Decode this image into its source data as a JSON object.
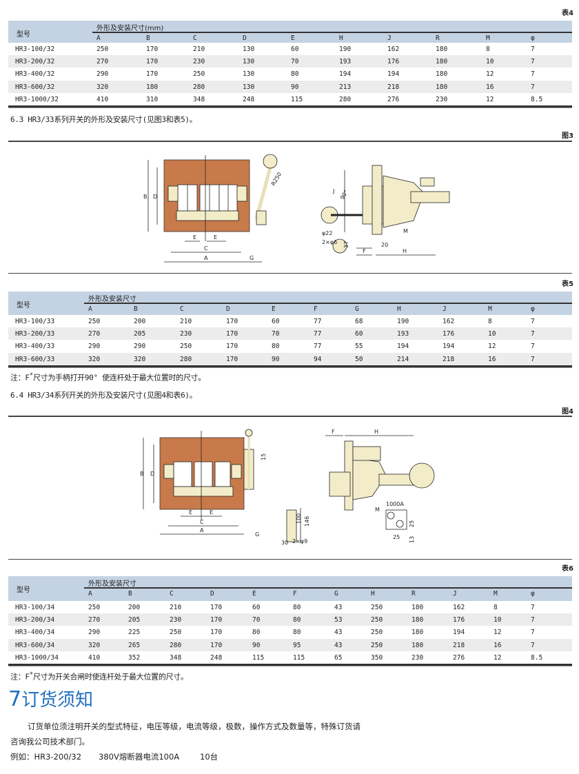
{
  "colors": {
    "header_bg": "#c4d3e3",
    "row_alt": "#ececec",
    "accent": "#1f6fc0",
    "panel": "#c87a4a",
    "part": "#f3ecc9"
  },
  "table4": {
    "tag": "表4",
    "model_label": "型号",
    "group_label": "外形及安装尺寸(mm)",
    "columns": [
      "A",
      "B",
      "C",
      "D",
      "E",
      "H",
      "J",
      "R",
      "M",
      "φ"
    ],
    "rows": [
      [
        "HR3-100/32",
        "250",
        "170",
        "210",
        "130",
        "60",
        "190",
        "162",
        "180",
        "8",
        "7"
      ],
      [
        "HR3-200/32",
        "270",
        "170",
        "230",
        "130",
        "70",
        "193",
        "176",
        "180",
        "10",
        "7"
      ],
      [
        "HR3-400/32",
        "290",
        "170",
        "250",
        "130",
        "80",
        "194",
        "194",
        "180",
        "12",
        "7"
      ],
      [
        "HR3-600/32",
        "320",
        "180",
        "280",
        "130",
        "90",
        "213",
        "218",
        "180",
        "16",
        "7"
      ],
      [
        "HR3-1000/32",
        "410",
        "310",
        "348",
        "248",
        "115",
        "280",
        "276",
        "230",
        "12",
        "8.5"
      ]
    ]
  },
  "section63": "6.3 HR3/33系列开关的外形及安装尺寸(见图3和表5)。",
  "figure3": {
    "tag": "图3",
    "labels": {
      "A": "A",
      "B": "B",
      "C": "C",
      "D": "D",
      "E": "E",
      "G": "G",
      "R": "R250",
      "J": "J",
      "angle": "90°",
      "phi22": "φ22",
      "holes": "2×φ6",
      "d37": "37",
      "d20": "20",
      "F": "F",
      "H": "H",
      "M": "M"
    }
  },
  "table5": {
    "tag": "表5",
    "model_label": "型号",
    "group_label": "外形及安装尺寸",
    "columns": [
      "A",
      "B",
      "C",
      "D",
      "E",
      "F",
      "G",
      "H",
      "J",
      "M",
      "φ"
    ],
    "rows": [
      [
        "HR3-100/33",
        "250",
        "200",
        "210",
        "170",
        "60",
        "77",
        "68",
        "190",
        "162",
        "8",
        "7"
      ],
      [
        "HR3-200/33",
        "270",
        "205",
        "230",
        "170",
        "70",
        "77",
        "60",
        "193",
        "176",
        "10",
        "7"
      ],
      [
        "HR3-400/33",
        "290",
        "290",
        "250",
        "170",
        "80",
        "77",
        "55",
        "194",
        "194",
        "12",
        "7"
      ],
      [
        "HR3-600/33",
        "320",
        "320",
        "280",
        "170",
        "90",
        "94",
        "50",
        "214",
        "218",
        "16",
        "7"
      ]
    ]
  },
  "note5": {
    "prefix": "注：F",
    "star": "*",
    "text": "尺寸为手柄打开90° 使连杆处于最大位置时的尺寸。"
  },
  "section64": "6.4 HR3/34系列开关的外形及安装尺寸(见图4和表6)。",
  "figure4": {
    "tag": "图4",
    "labels": {
      "A": "A",
      "B": "B",
      "C": "C",
      "D": "D",
      "E": "E",
      "G": "G",
      "d15": "15",
      "d100": "100",
      "d146": "146",
      "d30": "30",
      "holes": "2×φ9",
      "F": "F",
      "H": "H",
      "M": "M",
      "amp": "1000A",
      "d25a": "25",
      "d25b": "25",
      "d13": "13"
    }
  },
  "table6": {
    "tag": "表6",
    "model_label": "型号",
    "group_label": "外形及安装尺寸",
    "columns": [
      "A",
      "B",
      "C",
      "D",
      "E",
      "F",
      "G",
      "H",
      "R",
      "J",
      "M",
      "φ"
    ],
    "rows": [
      [
        "HR3-100/34",
        "250",
        "200",
        "210",
        "170",
        "60",
        "80",
        "43",
        "250",
        "180",
        "162",
        "8",
        "7"
      ],
      [
        "HR3-200/34",
        "270",
        "205",
        "230",
        "170",
        "70",
        "80",
        "53",
        "250",
        "180",
        "176",
        "10",
        "7"
      ],
      [
        "HR3-400/34",
        "290",
        "225",
        "250",
        "170",
        "80",
        "80",
        "43",
        "250",
        "180",
        "194",
        "12",
        "7"
      ],
      [
        "HR3-600/34",
        "320",
        "265",
        "280",
        "170",
        "90",
        "95",
        "43",
        "250",
        "180",
        "218",
        "16",
        "7"
      ],
      [
        "HR3-1000/34",
        "410",
        "352",
        "348",
        "248",
        "115",
        "115",
        "65",
        "350",
        "230",
        "276",
        "12",
        "8.5"
      ]
    ]
  },
  "note6": {
    "prefix": "注：F",
    "star": "*",
    "text": "尺寸为开关合闸时使连杆处于最大位置的尺寸。"
  },
  "section7": {
    "number": "7",
    "title": "订货须知",
    "para1": "订货单位须注明开关的型式特征，电压等级，电流等级，极数，操作方式及数量等，特殊订货请",
    "para2": "咨询我公司技术部门。",
    "example_label": "例如：HR3-200/32",
    "example_spec": "380V熔断器电流100A",
    "example_qty": "10台"
  }
}
